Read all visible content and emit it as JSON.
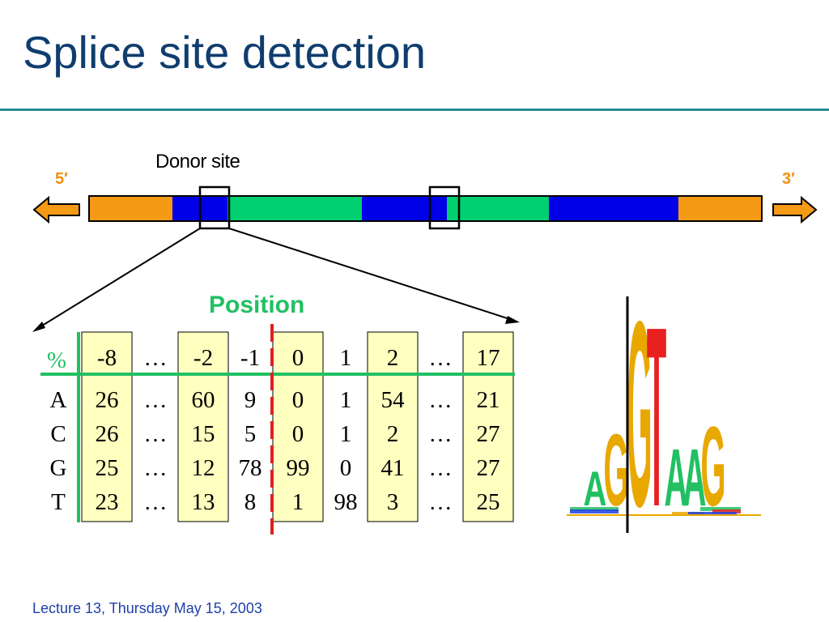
{
  "title": "Splice site detection",
  "donor_label": "Donor site",
  "end5": "5′",
  "end3": "3′",
  "position_label": "Position",
  "footer": "Lecture 13, Thursday May 15, 2003",
  "colors": {
    "exon_orange": "#f49a14",
    "exon_blue": "#0000e8",
    "intron_green": "#00d070",
    "highlight_yellow": "#ffffc0",
    "rule_green": "#22c063",
    "boundary_red": "#e02020",
    "title_blue": "#0f3d6e"
  },
  "gene_segments": [
    {
      "name": "orange",
      "color": "#f49a14",
      "length": 103
    },
    {
      "name": "blue",
      "color": "#0000e8",
      "length": 68
    },
    {
      "name": "green",
      "color": "#00d070",
      "length": 166
    },
    {
      "name": "blue",
      "color": "#0000e8",
      "length": 105
    },
    {
      "name": "green",
      "color": "#00d070",
      "length": 126
    },
    {
      "name": "blue",
      "color": "#0000e8",
      "length": 160
    },
    {
      "name": "orange",
      "color": "#f49a14",
      "length": 103
    }
  ],
  "table": {
    "corner": "%",
    "positions": [
      "-8",
      "…",
      "-2",
      "-1",
      "0",
      "1",
      "2",
      "…",
      "17"
    ],
    "highlighted": [
      true,
      false,
      true,
      false,
      true,
      false,
      true,
      false,
      true
    ],
    "rows": [
      {
        "base": "A",
        "values": [
          "26",
          "…",
          "60",
          "9",
          "0",
          "1",
          "54",
          "…",
          "21"
        ]
      },
      {
        "base": "C",
        "values": [
          "26",
          "…",
          "15",
          "5",
          "0",
          "1",
          "2",
          "…",
          "27"
        ]
      },
      {
        "base": "G",
        "values": [
          "25",
          "…",
          "12",
          "78",
          "99",
          "0",
          "41",
          "…",
          "27"
        ]
      },
      {
        "base": "T",
        "values": [
          "23",
          "…",
          "13",
          "8",
          "1",
          "98",
          "3",
          "…",
          "25"
        ]
      }
    ]
  },
  "logo_letters": [
    {
      "letter": "A",
      "color": "#22c063",
      "height": 0.18
    },
    {
      "letter": "G",
      "color": "#e8a800",
      "height": 0.38
    },
    {
      "letter": "G",
      "color": "#e8a800",
      "height": 0.98
    },
    {
      "letter": "T",
      "color": "#e82020",
      "height": 0.95
    },
    {
      "letter": "A",
      "color": "#22c063",
      "height": 0.3
    },
    {
      "letter": "A",
      "color": "#22c063",
      "height": 0.3
    },
    {
      "letter": "G",
      "color": "#e8a800",
      "height": 0.42
    }
  ]
}
